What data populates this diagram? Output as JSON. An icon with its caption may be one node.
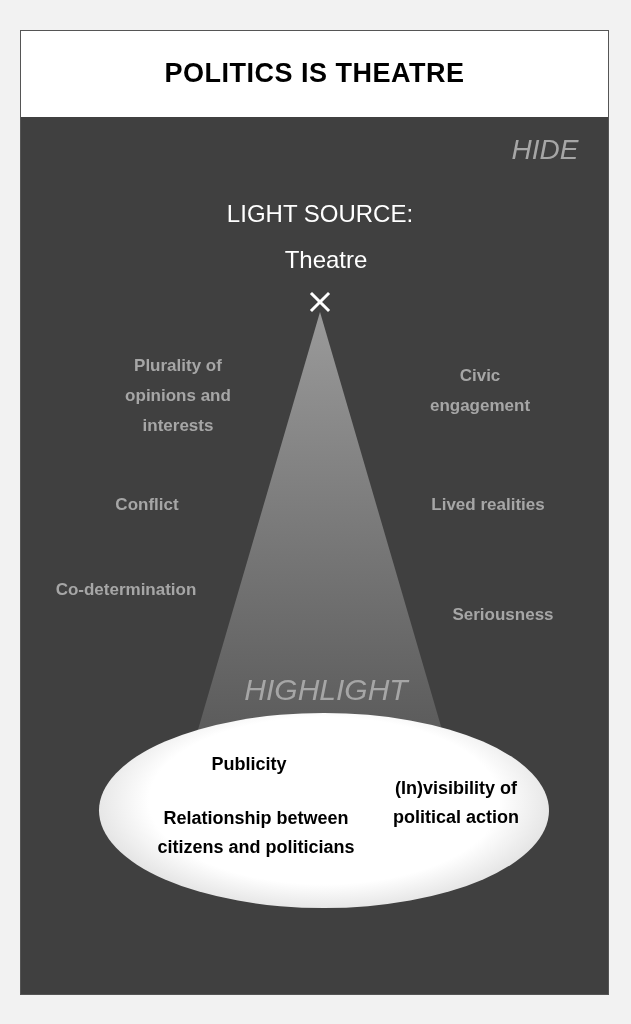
{
  "diagram": {
    "title": "POLITICS IS THEATRE",
    "nodes": [
      {
        "text": [
          "Publicity",
          "Relationship between citizens and politicians",
          "(In)visibility of political action"
        ]
      }
    ],
    "labels": [
      "HIDE",
      "LIGHT SOURCE:",
      "Theatre",
      "Plurality of opinions and interests",
      "Civic engagement",
      "Conflict",
      "Lived realities",
      "Co-determination",
      "Seriousness",
      "HIGHLIGHT"
    ]
  }
}
